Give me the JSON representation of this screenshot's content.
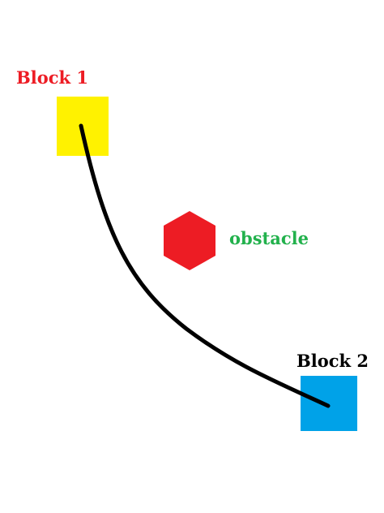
{
  "labels": {
    "block_1": "Block 1",
    "block_2": "Block 2",
    "obstacle": "obstacle"
  },
  "colors": {
    "block_1_fill": "#fff200",
    "block_2_fill": "#00a2e8",
    "obstacle_fill": "#ed1c24",
    "block_1_label": "#ed1c24",
    "block_2_label": "#000000",
    "obstacle_label": "#22b14c",
    "path_stroke": "#000000",
    "background": "#ffffff"
  }
}
